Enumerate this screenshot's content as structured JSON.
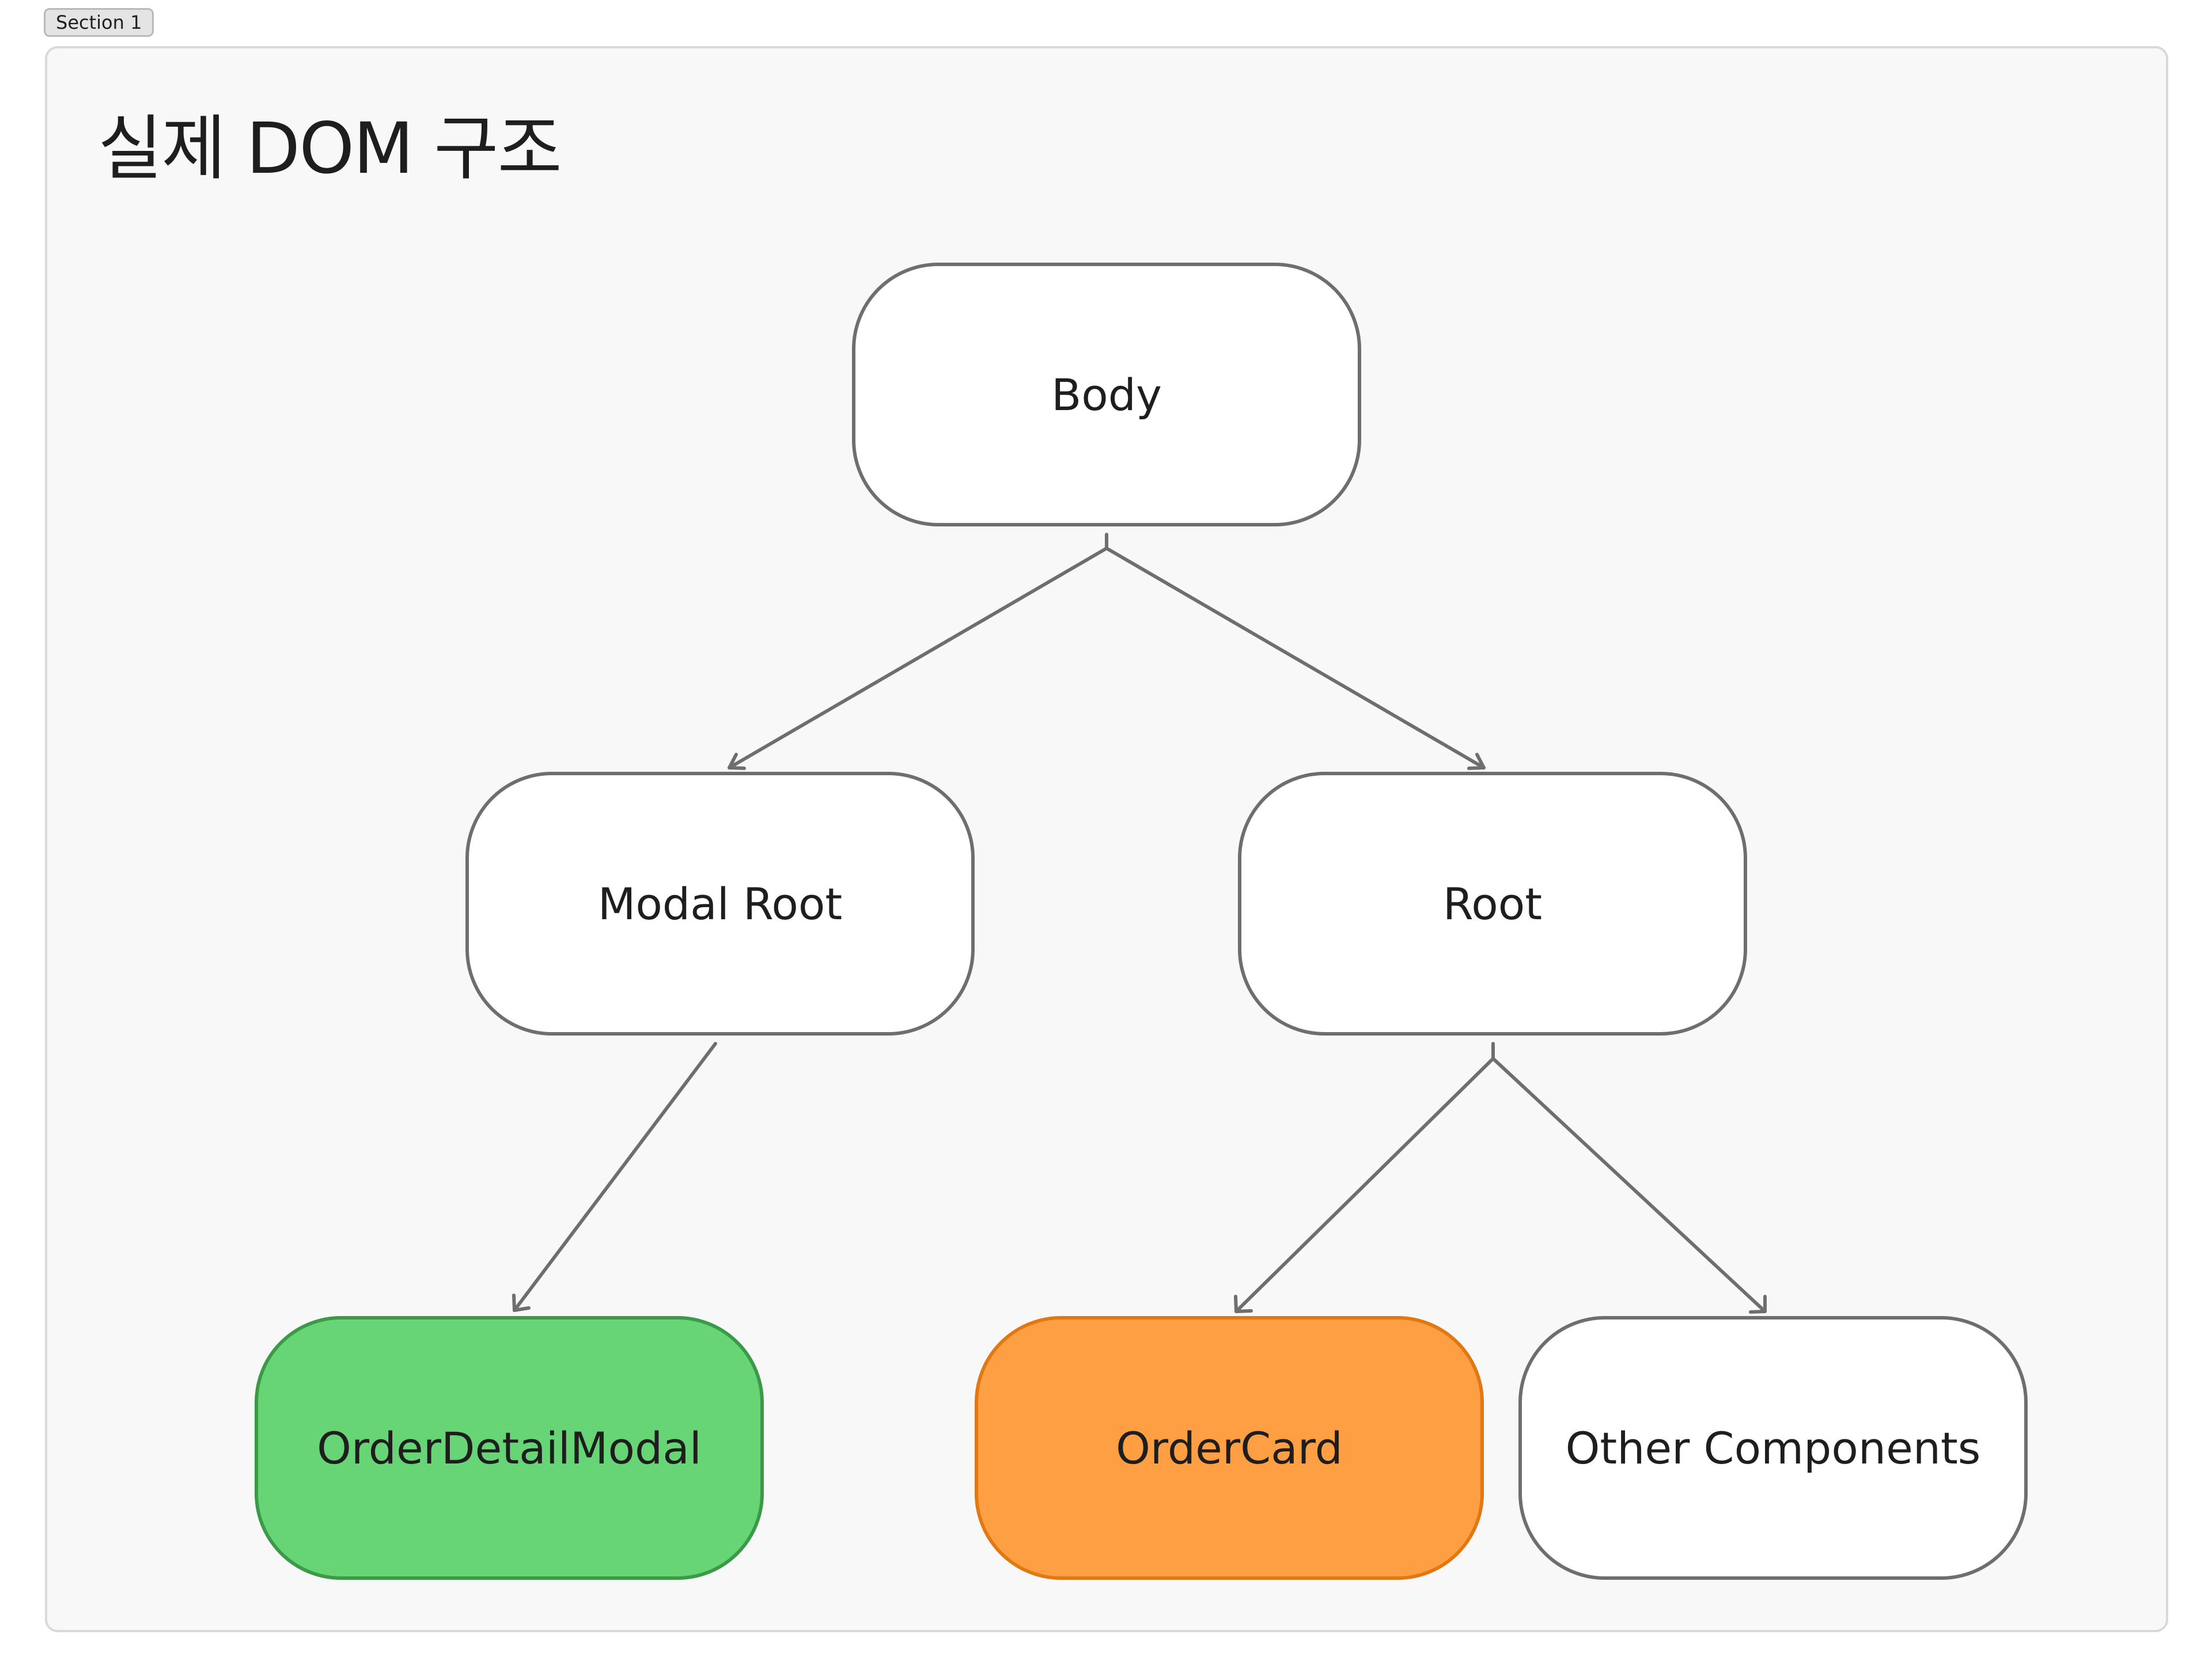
{
  "section": {
    "label": "Section 1"
  },
  "diagram": {
    "title": "실제 DOM 구조",
    "nodes": {
      "body": {
        "label": "Body"
      },
      "modal_root": {
        "label": "Modal Root"
      },
      "root": {
        "label": "Root"
      },
      "order_detail_modal": {
        "label": "OrderDetailModal",
        "fill": "#67d475",
        "stroke": "#3a9a47"
      },
      "order_card": {
        "label": "OrderCard",
        "fill": "#ff9f43",
        "stroke": "#e27812"
      },
      "other_components": {
        "label": "Other Components"
      }
    },
    "edges": [
      {
        "from": "body",
        "to": "modal_root"
      },
      {
        "from": "body",
        "to": "root"
      },
      {
        "from": "modal_root",
        "to": "order_detail_modal"
      },
      {
        "from": "root",
        "to": "order_card"
      },
      {
        "from": "root",
        "to": "other_components"
      }
    ]
  }
}
